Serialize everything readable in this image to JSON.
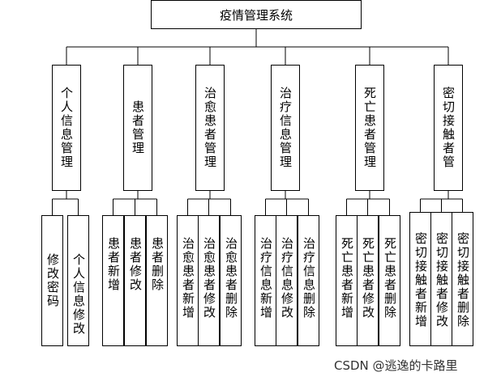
{
  "root": {
    "label": "疫情管理系统"
  },
  "modules": [
    {
      "label": "个人信息管理",
      "children": [
        "修改密码",
        "个人信息修改"
      ]
    },
    {
      "label": "患者管理",
      "children": [
        "患者新增",
        "患者修改",
        "患者删除"
      ]
    },
    {
      "label": "治愈患者管理",
      "children": [
        "治愈患者新增",
        "治愈患者修改",
        "治愈患者删除"
      ]
    },
    {
      "label": "治疗信息管理",
      "children": [
        "治疗信息新增",
        "治疗信息修改",
        "治疗信息删除"
      ]
    },
    {
      "label": "死亡患者管理",
      "children": [
        "死亡患者新增",
        "死亡患者修改",
        "死亡患者删除"
      ]
    },
    {
      "label": "密切接触者管",
      "children": [
        "密切接触者新增",
        "密切接触者修改",
        "密切接触者删除"
      ]
    }
  ],
  "watermark": "CSDN @逃逸的卡路里"
}
